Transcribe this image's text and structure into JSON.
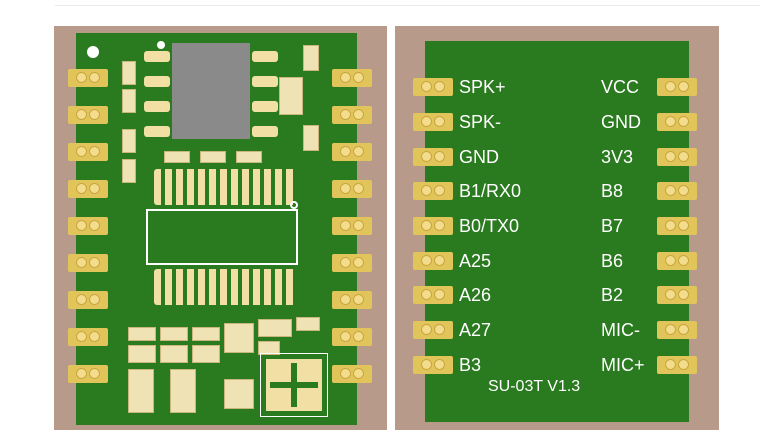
{
  "module": {
    "model_label": "SU-03T V1.3",
    "left_pins": [
      "SPK+",
      "SPK-",
      "GND",
      "B1/RX0",
      "B0/TX0",
      "A25",
      "A26",
      "A27",
      "B3"
    ],
    "right_pins": [
      "VCC",
      "GND",
      "3V3",
      "B8",
      "B7",
      "B6",
      "B2",
      "MIC-",
      "MIC+"
    ]
  },
  "colors": {
    "board_frame": "#b89a8a",
    "pcb": "#2a7a1f",
    "pad": "#e2c55a",
    "silkscreen": "#ffffff",
    "chip": "#8a8a8a"
  }
}
